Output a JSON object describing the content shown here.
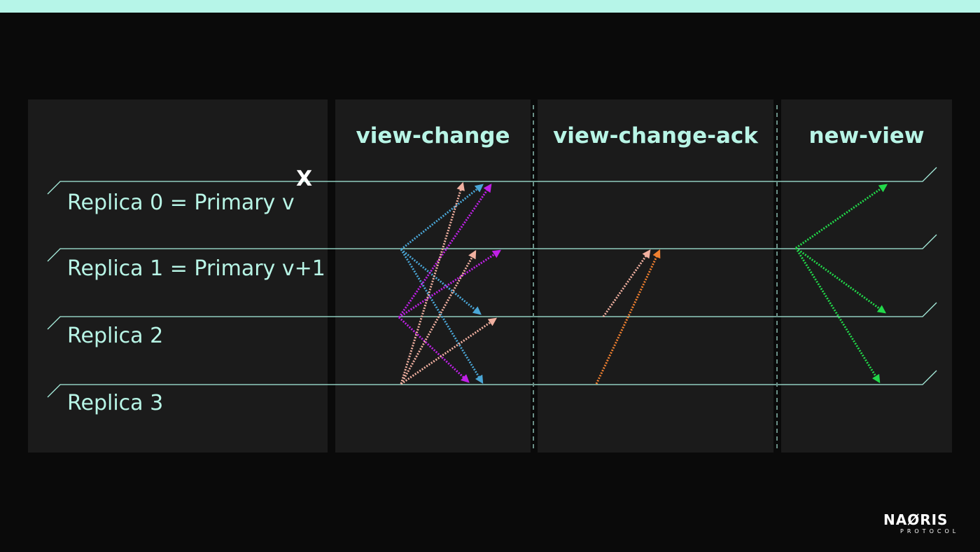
{
  "phases": [
    "view-change",
    "view-change-ack",
    "new-view"
  ],
  "replicas": [
    "Replica 0 = Primary v",
    "Replica 1 = Primary v+1",
    "Replica 2",
    "Replica 3"
  ],
  "failure_mark": "X",
  "logo": {
    "name": "NAØRIS",
    "subtitle": "PROTOCOL"
  },
  "colors": {
    "background": "#0a0a0a",
    "panel": "#1b1b1b",
    "top_bar": "#b6f5e8",
    "text": "#b8f5e6",
    "timeline": "#a8f0df",
    "from_replica_1": "#4aa6d6",
    "from_replica_2": "#c020e8",
    "from_replica_3": "#f0b0a0",
    "ack_from_replica_2": "#f0b0a0",
    "ack_from_replica_3": "#f08030",
    "new_view": "#22d84a"
  },
  "messages": [
    {
      "phase": "view-change",
      "from": "Replica 1",
      "to": "Replica 0",
      "color": "from_replica_1"
    },
    {
      "phase": "view-change",
      "from": "Replica 1",
      "to": "Replica 2",
      "color": "from_replica_1"
    },
    {
      "phase": "view-change",
      "from": "Replica 1",
      "to": "Replica 3",
      "color": "from_replica_1"
    },
    {
      "phase": "view-change",
      "from": "Replica 2",
      "to": "Replica 0",
      "color": "from_replica_2"
    },
    {
      "phase": "view-change",
      "from": "Replica 2",
      "to": "Replica 1",
      "color": "from_replica_2"
    },
    {
      "phase": "view-change",
      "from": "Replica 2",
      "to": "Replica 3",
      "color": "from_replica_2"
    },
    {
      "phase": "view-change",
      "from": "Replica 3",
      "to": "Replica 0",
      "color": "from_replica_3"
    },
    {
      "phase": "view-change",
      "from": "Replica 3",
      "to": "Replica 1",
      "color": "from_replica_3"
    },
    {
      "phase": "view-change",
      "from": "Replica 3",
      "to": "Replica 2",
      "color": "from_replica_3"
    },
    {
      "phase": "view-change-ack",
      "from": "Replica 2",
      "to": "Replica 1",
      "color": "ack_from_replica_2"
    },
    {
      "phase": "view-change-ack",
      "from": "Replica 3",
      "to": "Replica 1",
      "color": "ack_from_replica_3"
    },
    {
      "phase": "new-view",
      "from": "Replica 1",
      "to": "Replica 0",
      "color": "new_view"
    },
    {
      "phase": "new-view",
      "from": "Replica 1",
      "to": "Replica 2",
      "color": "new_view"
    },
    {
      "phase": "new-view",
      "from": "Replica 1",
      "to": "Replica 3",
      "color": "new_view"
    }
  ]
}
